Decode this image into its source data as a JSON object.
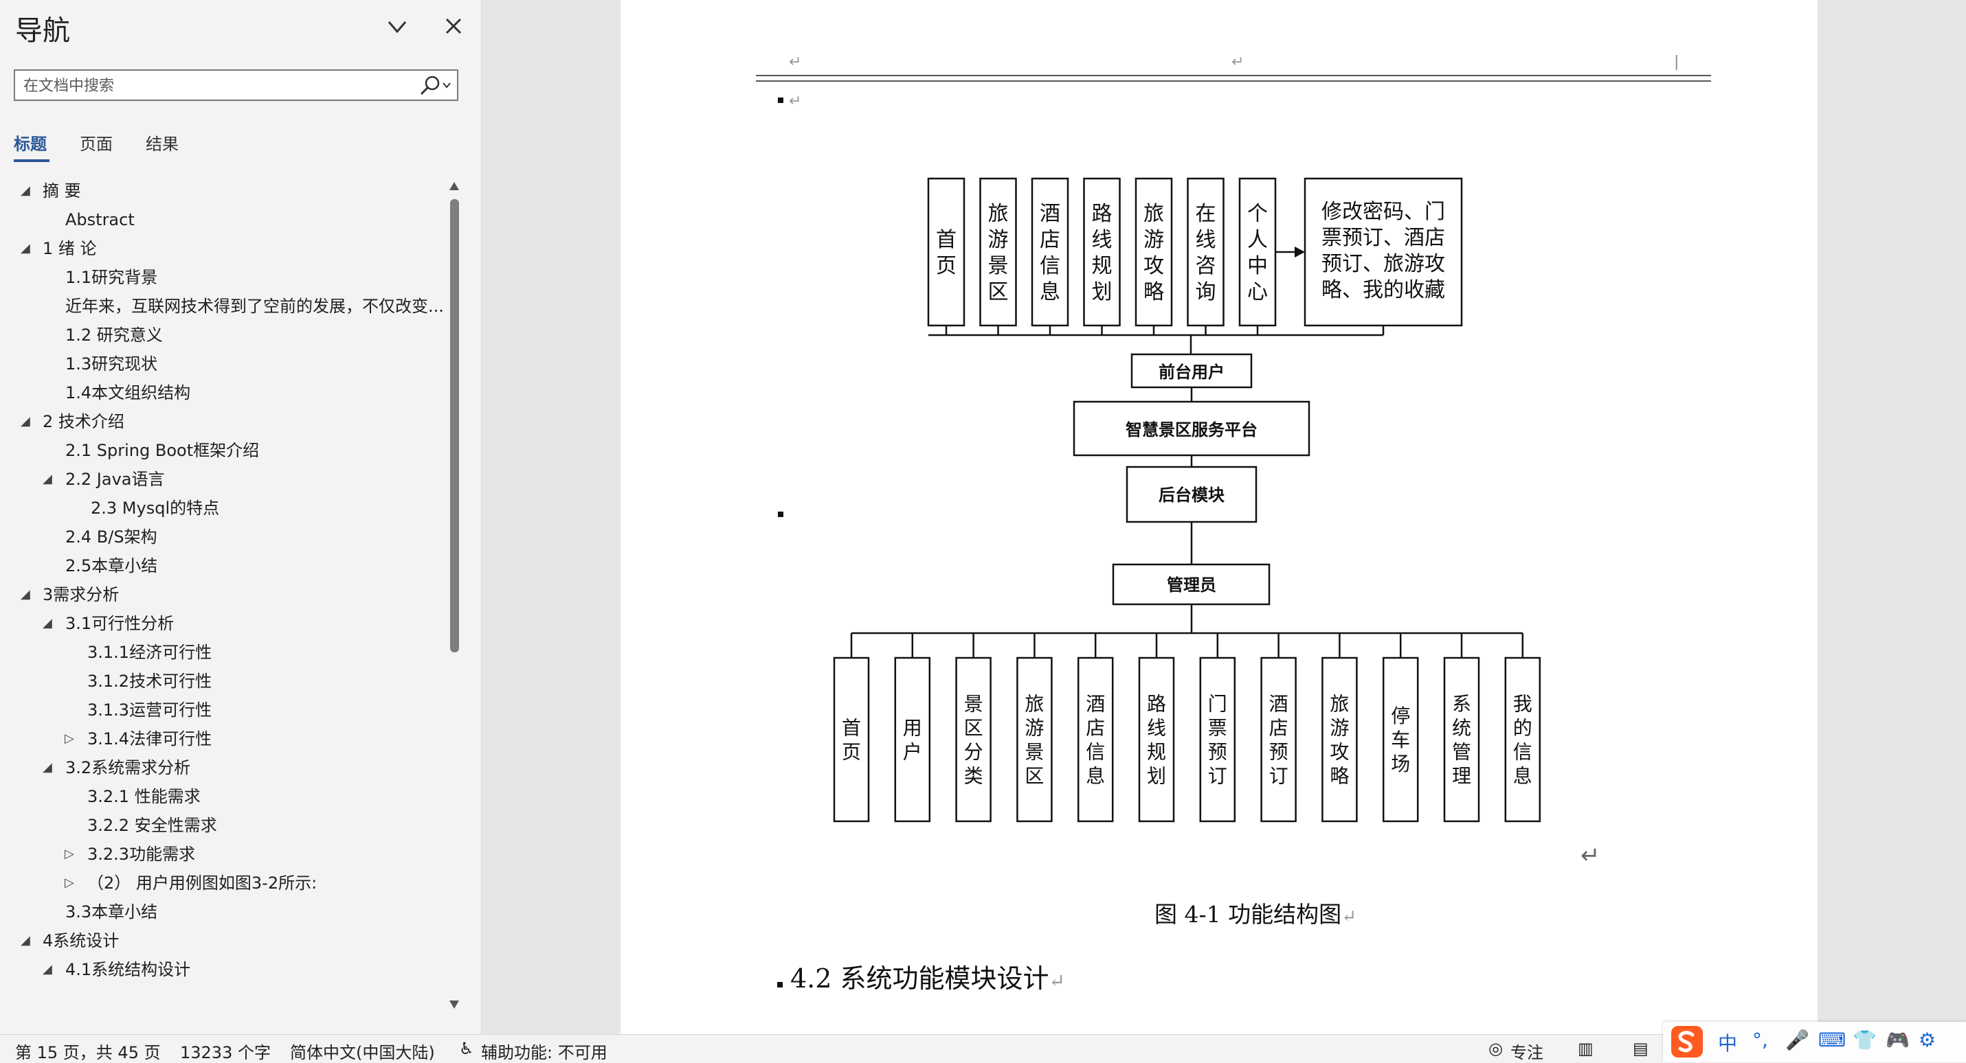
{
  "nav": {
    "title": "导航",
    "search_placeholder": "在文档中搜索",
    "tabs": [
      "标题",
      "页面",
      "结果"
    ],
    "items": [
      {
        "text": "摘  要",
        "level": 1,
        "expanded": true
      },
      {
        "text": "Abstract",
        "level": 2
      },
      {
        "text": "1 绪  论",
        "level": 1,
        "expanded": true
      },
      {
        "text": "1.1研究背景",
        "level": 2
      },
      {
        "text": "近年来，互联网技术得到了空前的发展，不仅改变...",
        "level": 2
      },
      {
        "text": "1.2 研究意义",
        "level": 2
      },
      {
        "text": "1.3研究现状",
        "level": 2
      },
      {
        "text": "1.4本文组织结构",
        "level": 2
      },
      {
        "text": "2 技术介绍",
        "level": 1,
        "expanded": true
      },
      {
        "text": "2.1 Spring Boot框架介绍",
        "level": 2
      },
      {
        "text": "2.2 Java语言",
        "level": 2,
        "expanded": true
      },
      {
        "text": "2.3 Mysql的特点",
        "level": 3
      },
      {
        "text": "2.4 B/S架构",
        "level": 2
      },
      {
        "text": "2.5本章小结",
        "level": 2
      },
      {
        "text": "3需求分析",
        "level": 1,
        "expanded": true
      },
      {
        "text": "3.1可行性分析",
        "level": 2,
        "expanded": true
      },
      {
        "text": "3.1.1经济可行性",
        "level": 3
      },
      {
        "text": "3.1.2技术可行性",
        "level": 3
      },
      {
        "text": "3.1.3运营可行性",
        "level": 3
      },
      {
        "text": "3.1.4法律可行性",
        "level": 3,
        "collapsed": true
      },
      {
        "text": "3.2系统需求分析",
        "level": 2,
        "expanded": true
      },
      {
        "text": "3.2.1 性能需求",
        "level": 3
      },
      {
        "text": "3.2.2 安全性需求",
        "level": 3
      },
      {
        "text": "3.2.3功能需求",
        "level": 3,
        "collapsed": true
      },
      {
        "text": "（2）  用户用例图如图3-2所示:",
        "level": 3,
        "collapsed": true
      },
      {
        "text": "3.3本章小结",
        "level": 2
      },
      {
        "text": "4系统设计",
        "level": 1,
        "expanded": true
      },
      {
        "text": "4.1系统结构设计",
        "level": 2,
        "expanded": true
      }
    ]
  },
  "diagram": {
    "front_modules": [
      "首页",
      "旅游景区",
      "酒店信息",
      "路线规划",
      "旅游攻略",
      "在线咨询",
      "个人中心"
    ],
    "personal_detail": "修改密码、门票预订、酒店预订、旅游攻略、我的收藏",
    "front_user": "前台用户",
    "platform": "智慧景区服务平台",
    "backend": "后台模块",
    "admin": "管理员",
    "admin_modules": [
      "首页",
      "用户",
      "景区分类",
      "旅游景区",
      "酒店信息",
      "路线规划",
      "门票预订",
      "酒店预订",
      "旅游攻略",
      "停车场",
      "系统管理",
      "我的信息"
    ]
  },
  "document": {
    "caption": "图 4-1 功能结构图",
    "heading": "4.2 系统功能模块设计"
  },
  "status": {
    "page": "第 15 页，共 45 页",
    "words": "13233 个字",
    "language": "简体中文(中国大陆)",
    "accessibility": "辅助功能: 不可用",
    "focus": "专注"
  },
  "ime": {
    "mode": "中"
  }
}
